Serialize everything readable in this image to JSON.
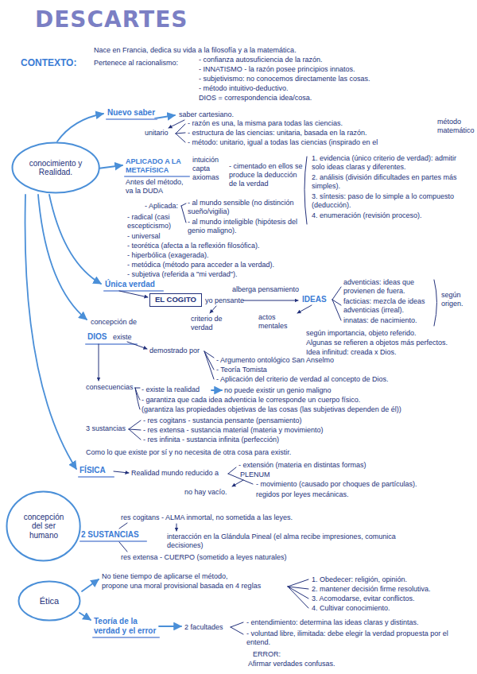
{
  "diagram": {
    "title": "DESCARTES",
    "nodes": [
      {
        "text": [
          "conocimiento y Realidad."
        ]
      },
      {
        "text": [
          "EL COGITO"
        ]
      },
      {
        "text": [
          "concepción del ser humano"
        ]
      },
      {
        "text": [
          "Ética"
        ]
      }
    ],
    "labels": [
      "CONTEXTO:",
      "Nace en Francia, dedica su vida a la filosofía y a la matemática.",
      "Pertenece al racionalismo:",
      "- confianza autosuficiencia de la razón.",
      "- INNATISMO - la razón posee principios innatos.",
      "- subjetivismo: no conocemos directamente las cosas.",
      "- método intuitivo-deductivo.",
      "DIOS = correspondencia idea/cosa.",
      "Nuevo saber",
      "saber cartesiano.",
      "unitario",
      "- razón es una, la misma para todas las ciencias.",
      "- estructura de las ciencias: unitaria, basada en la razón.",
      "- método: unitario, igual a todas las ciencias (inspirado en el",
      "método matemático",
      "APLICADO A LA METAFÍSICA",
      "Antes del método, va la DUDA",
      "intuición capta axiomas",
      "- cimentado en ellos se produce la deducción de la verdad",
      "1. evidencia (único criterio de verdad): admitir solo ideas claras y diferentes.",
      "2. análisis (división dificultades en partes más simples).",
      "3. síntesis: paso de lo simple a lo compuesto (deducción).",
      "4. enumeración (revisión proceso).",
      "- Aplicada:",
      "- al mundo sensible (no distinción sueño/vigilia)",
      "- al mundo inteligible (hipótesis del genio maligno).",
      "- radical (casi escepticismo)",
      "- universal",
      "- teorética (afecta a la reflexión filosófica).",
      "- hiperbólica (exagerada).",
      "- metódica (método para acceder a la verdad).",
      "- subjetiva (referida a \"mi verdad\").",
      "Única verdad",
      "yo pensante",
      "alberga pensamiento",
      "IDEAS",
      "criterio de verdad",
      "actos mentales",
      "adventicias: ideas que provienen de fuera.",
      "facticias: mezcla de ideas adventicias (irreal).",
      "innatas: de nacimiento.",
      "según origen.",
      "según importancia, objeto referido.",
      "Algunas se refieren a objetos más perfectos.",
      "Idea infinitud: creada x Dios.",
      "concepción de",
      "DIOS",
      "existe",
      "demostrado por",
      "- Argumento ontológico San Anselmo",
      "- Teoría Tomista",
      "- Aplicación del criterio de verdad al concepto de Dios.",
      "consecuencias",
      "- existe la realidad",
      "no puede existir un genio maligno",
      "- garantiza que cada idea adventicia le corresponde un cuerpo físico.",
      "(garantiza las propiedades objetivas de las cosas (las subjetivas dependen de él))",
      "3 sustancias",
      "- res cogitans - sustancia pensante (pensamiento)",
      "- res extensa - sustancia material (materia y movimiento)",
      "- res infinita - sustancia infinita (perfección)",
      "Como lo que existe por sí y no necesita de otra cosa para existir.",
      "FÍSICA",
      "Realidad mundo reducido a",
      "- extensión (materia en distintas formas)",
      "PLENUM",
      "- movimiento (causado por choques de partículas).",
      "regidos por leyes mecánicas.",
      "no hay vacío.",
      "2 SUSTANCIAS",
      "res cogitans - ALMA inmortal, no sometida a las leyes.",
      "interacción en la Glándula Pineal (el alma recibe impresiones, comunica decisiones)",
      "res extensa - CUERPO (sometido a leyes naturales)",
      "No tiene tiempo de aplicarse el método,",
      "propone una moral provisional basada en 4 reglas",
      "1. Obedecer: religión, opinión.",
      "2. mantener decisión firme resolutiva.",
      "3. Acomodarse, evitar conflictos.",
      "4. Cultivar conocimiento.",
      "Teoría de la verdad y el error",
      "2 facultades",
      "- entendimiento: determina las ideas claras y distintas.",
      "- voluntad libre, ilimitada: debe elegir la verdad propuesta por el entend.",
      "ERROR:",
      "Afirmar verdades confusas."
    ]
  }
}
